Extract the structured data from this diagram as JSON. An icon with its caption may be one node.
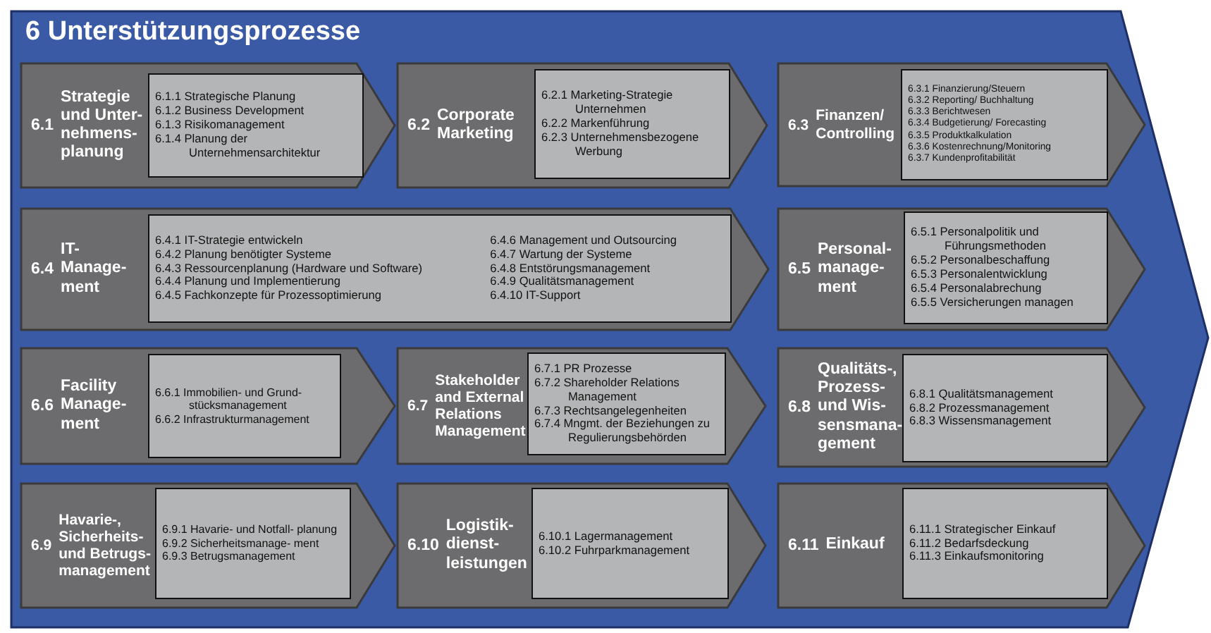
{
  "diagram": {
    "nodes": [
      {
        "text": [
          "6 Unterstützungsprozesse"
        ]
      },
      {
        "text": [
          "6.1",
          "Strategie und Unter- nehmens- planung"
        ],
        "in": 0
      },
      {
        "text": [
          "6.1.1 Strategische Planung",
          "6.1.2 Business Development",
          "6.1.3 Risikomanagement",
          "6.1.4 Planung der Unternehmensarchitektur"
        ],
        "in": 1
      },
      {
        "text": [
          "6.2",
          "Corporate Marketing"
        ],
        "in": 0
      },
      {
        "text": [
          "6.2.1 Marketing-Strategie Unternehmen",
          "6.2.2 Markenführung",
          "6.2.3 Unternehmensbezogene Werbung"
        ],
        "in": 3
      },
      {
        "text": [
          "6.3",
          "Finanzen/ Controlling"
        ],
        "in": 0
      },
      {
        "text": [
          "6.3.1 Finanzierung/Steuern",
          "6.3.2 Reporting/ Buchhaltung",
          "6.3.3 Berichtwesen",
          "6.3.4 Budgetierung/ Forecasting",
          "6.3.5 Produktkalkulation",
          "6.3.6 Kostenrechnung/Monitoring",
          "6.3.7 Kundenprofitabilität"
        ],
        "in": 5
      },
      {
        "text": [
          "6.4",
          "IT- Manage- ment"
        ],
        "in": 0
      },
      {
        "text": [
          "6.4.1 IT-Strategie entwickeln",
          "6.4.2 Planung benötigter Systeme",
          "6.4.3 Ressourcenplanung (Hardware und Software)",
          "6.4.4 Planung und Implementierung",
          "6.4.5 Fachkonzepte für Prozessoptimierung",
          "6.4.6 Management und Outsourcing",
          "6.4.7 Wartung der Systeme",
          "6.4.8 Entstörungsmanagement",
          "6.4.9 Qualitätsmanagement",
          "6.4.10 IT-Support"
        ],
        "in": 7
      },
      {
        "text": [
          "6.5",
          "Personal- manage- ment"
        ],
        "in": 0
      },
      {
        "text": [
          "6.5.1 Personalpolitik und Führungsmethoden",
          "6.5.2 Personalbeschaffung",
          "6.5.3 Personalentwicklung",
          "6.5.4 Personalabrechung",
          "6.5.5 Versicherungen managen"
        ],
        "in": 9
      },
      {
        "text": [
          "6.6",
          "Facility Manage- ment"
        ],
        "in": 0
      },
      {
        "text": [
          "6.6.1 Immobilien- und Grund- stücksmanagement",
          "6.6.2 Infrastrukturmanagement"
        ],
        "in": 11
      },
      {
        "text": [
          "6.7",
          "Stakeholder and External Relations Management"
        ],
        "in": 0
      },
      {
        "text": [
          "6.7.1 PR Prozesse",
          "6.7.2 Shareholder Relations Management",
          "6.7.3 Rechtsangelegenheiten",
          "6.7.4 Mngmt. der Beziehungen zu Regulierungsbehörden"
        ],
        "in": 13
      },
      {
        "text": [
          "6.8",
          "Qualitäts-, Prozess- und Wis- sensmana- gement"
        ],
        "in": 0
      },
      {
        "text": [
          "6.8.1 Qualitätsmanagement",
          "6.8.2 Prozessmanagement",
          "6.8.3 Wissensmanagement"
        ],
        "in": 15
      },
      {
        "text": [
          "6.9",
          "Havarie-, Sicherheits- und Betrugs- management"
        ],
        "in": 0
      },
      {
        "text": [
          "6.9.1 Havarie- und Notfall- planung",
          "6.9.2 Sicherheitsmanage- ment",
          "6.9.3 Betrugsmanagement"
        ],
        "in": 17
      },
      {
        "text": [
          "6.10",
          "Logistik- dienst- leistungen"
        ],
        "in": 0
      },
      {
        "text": [
          "6.10.1 Lagermanagement",
          "6.10.2 Fuhrparkmanagement"
        ],
        "in": 19
      },
      {
        "text": [
          "6.11",
          "Einkauf"
        ],
        "in": 0
      },
      {
        "text": [
          "6.11.1 Strategischer Einkauf",
          "6.11.2 Bedarfsdeckung",
          "6.11.3 Einkaufsmonitoring"
        ],
        "in": 21
      }
    ]
  }
}
